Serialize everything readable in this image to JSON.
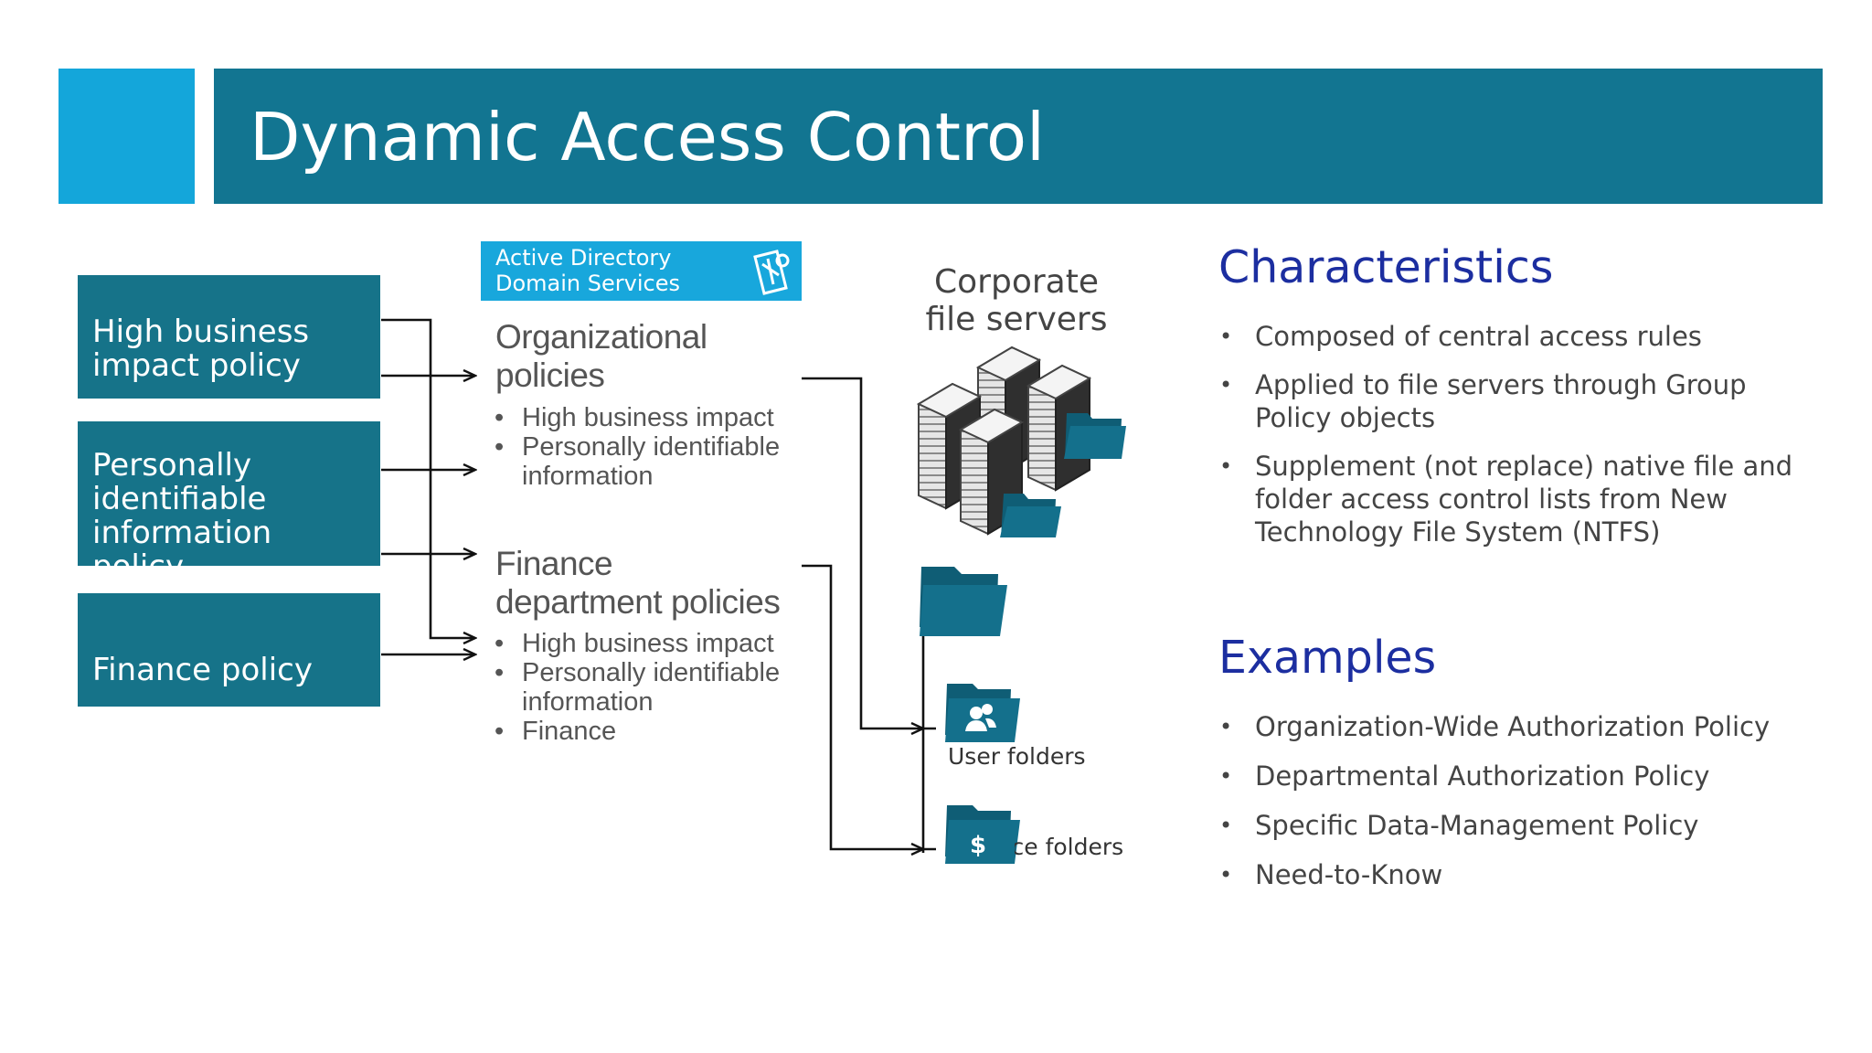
{
  "title": "Dynamic Access Control",
  "policies": [
    "High business impact policy",
    "Personally identifiable information policy",
    "Finance policy"
  ],
  "ad_banner": {
    "line1": "Active Directory",
    "line2": "Domain Services"
  },
  "org_policies": {
    "title_line1": "Organizational",
    "title_line2": "policies",
    "items": [
      "High business impact",
      "Personally identifiable information"
    ]
  },
  "finance_policies": {
    "title_line1": "Finance",
    "title_line2": "department policies",
    "items": [
      "High business impact",
      "Personally identifiable information",
      "Finance"
    ]
  },
  "servers_label": {
    "line1": "Corporate",
    "line2": "file servers"
  },
  "folders": {
    "user": "User folders",
    "finance": "Finance folders"
  },
  "characteristics": {
    "heading": "Characteristics",
    "items": [
      "Composed of central access rules",
      "Applied to file servers through Group Policy objects",
      "Supplement (not replace) native file and folder access control lists from New Technology File System (NTFS)"
    ]
  },
  "examples": {
    "heading": "Examples",
    "items": [
      "Organization-Wide Authorization Policy",
      "Departmental Authorization Policy",
      "Specific Data-Management Policy",
      "Need-to-Know"
    ]
  },
  "colors": {
    "title_bar": "#127591",
    "accent": "#14a6da",
    "policy_box": "#167389",
    "folder": "#14708c",
    "heading": "#1c2ea0"
  },
  "icons": [
    "active-directory-icon",
    "server-icon",
    "folder-icon",
    "users-icon",
    "dollar-icon",
    "arrow-icon"
  ]
}
